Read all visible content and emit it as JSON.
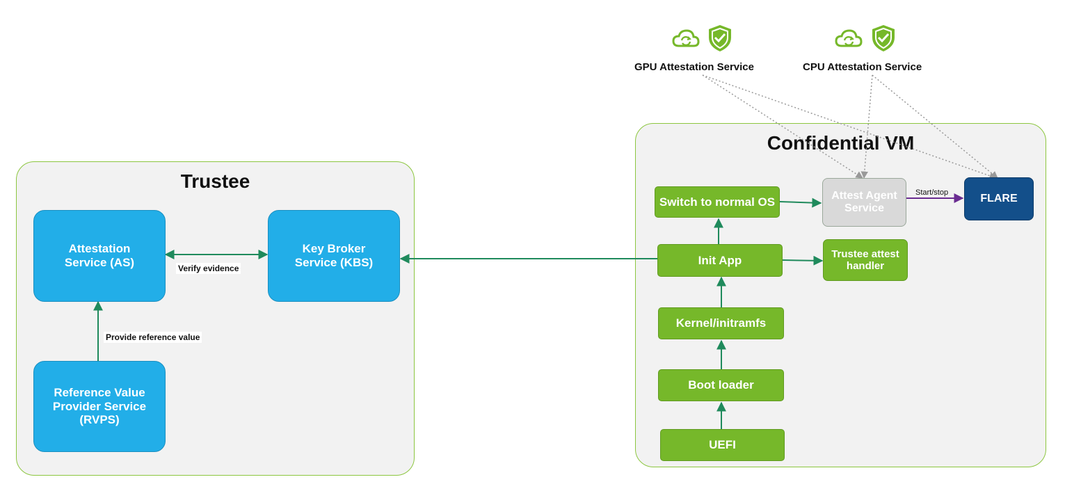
{
  "trustee": {
    "title": "Trustee",
    "as_label": "Attestation Service (AS)",
    "kbs_label": "Key Broker Service (KBS)",
    "rvps_label": "Reference Value Provider Service (RVPS)",
    "verify_label": "Verify evidence",
    "provide_label": "Provide reference value"
  },
  "cvm": {
    "title": "Confidential VM",
    "switch_label": "Switch to normal OS",
    "init_label": "Init App",
    "kernel_label": "Kernel/initramfs",
    "boot_label": "Boot loader",
    "uefi_label": "UEFI",
    "agent_label": "Attest Agent Service",
    "handler_label": "Trustee attest handler",
    "flare_label": "FLARE",
    "startstop_label": "Start/stop"
  },
  "services": {
    "gpu_label": "GPU Attestation Service",
    "cpu_label": "CPU Attestation Service",
    "icons": [
      "cloud-sync-icon",
      "shield-check-icon"
    ]
  },
  "colors": {
    "green_accent": "#76b82a",
    "blue_box": "#22aee8",
    "flare_navy": "#134f8a",
    "arrow_teal": "#1f8a5c",
    "startstop_purple": "#6a2c91"
  }
}
